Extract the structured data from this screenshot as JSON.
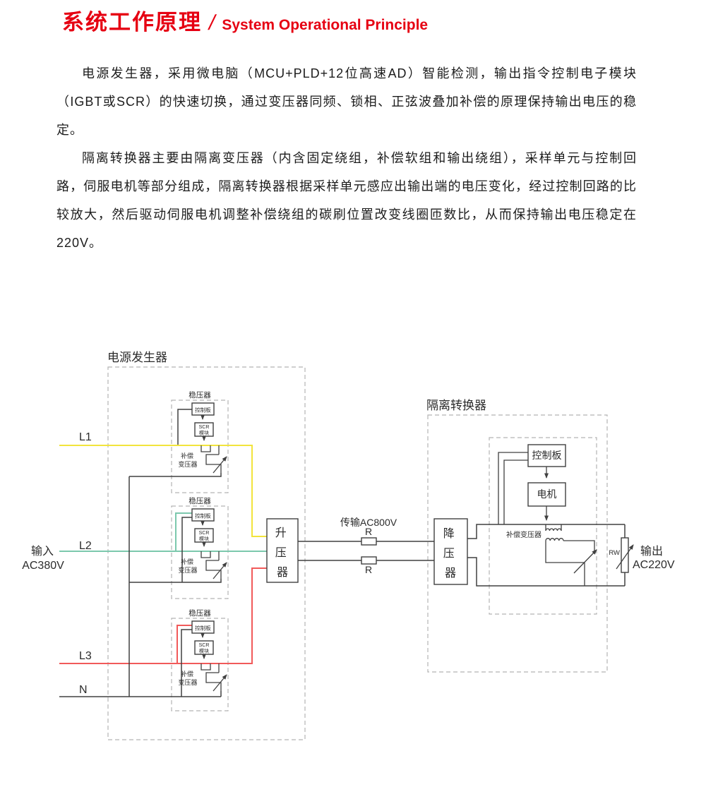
{
  "header": {
    "title_cn": "系统工作原理",
    "divider": "/",
    "title_en": "System Operational Principle",
    "accent_color": "#e60012"
  },
  "paragraphs": {
    "p1": "电源发生器，采用微电脑（MCU+PLD+12位高速AD）智能检测，输出指令控制电子模块（IGBT或SCR）的快速切换，通过变压器同频、锁相、正弦波叠加补偿的原理保持输出电压的稳定。",
    "p2": "隔离转换器主要由隔离变压器（内含固定绕组，补偿软组和输出绕组），采样单元与控制回路，伺服电机等部分组成，隔离转换器根据采样单元感应出输出端的电压变化，经过控制回路的比较放大，然后驱动伺服电机调整补偿绕组的碳刷位置改变线圈匝数比，从而保持输出电压稳定在220V。"
  },
  "diagram": {
    "power_generator": {
      "label": "电源发生器",
      "regulators": [
        {
          "title": "稳压器",
          "control_board": "控制板",
          "scr": [
            "SCR",
            "模块"
          ],
          "transformer": [
            "补偿",
            "变压器"
          ]
        },
        {
          "title": "稳压器",
          "control_board": "控制板",
          "scr": [
            "SCR",
            "模块"
          ],
          "transformer": [
            "补偿",
            "变压器"
          ]
        },
        {
          "title": "稳压器",
          "control_board": "控制板",
          "scr": [
            "SCR",
            "模块"
          ],
          "transformer": [
            "补偿",
            "变压器"
          ]
        }
      ]
    },
    "input": {
      "label": "输入",
      "voltage": "AC380V",
      "lines": [
        {
          "name": "L1",
          "color": "#f2e43c"
        },
        {
          "name": "L2",
          "color": "#7cc8ad"
        },
        {
          "name": "L3",
          "color": "#f15a5a"
        },
        {
          "name": "N",
          "color": "#404040"
        }
      ]
    },
    "booster": {
      "label": "升压器"
    },
    "transmission": {
      "label": "传输AC800V",
      "resistor_top": "R",
      "resistor_bottom": "R"
    },
    "reducer": {
      "label": "降压器"
    },
    "isolation_converter": {
      "label": "隔离转换器",
      "control_board": "控制板",
      "motor": "电机",
      "comp_transformer": "补偿变压器",
      "rw_label": "RW"
    },
    "output": {
      "label": "输出",
      "voltage": "AC220V"
    }
  }
}
